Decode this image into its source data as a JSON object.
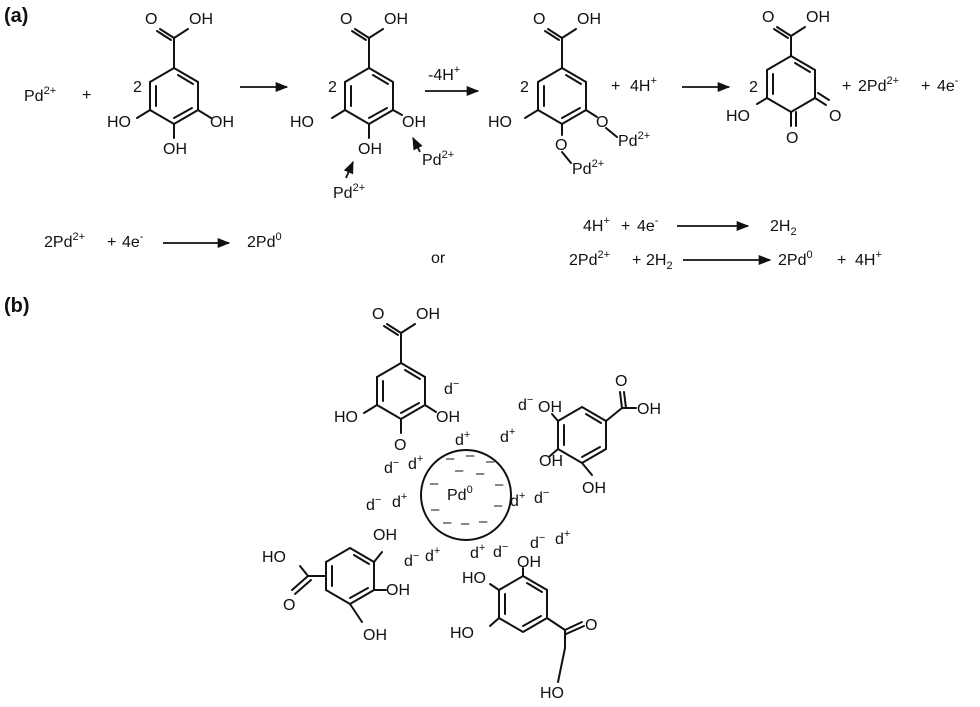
{
  "panels": {
    "a": "(a)",
    "b": "(b)"
  },
  "oh": "OH",
  "ho": "HO",
  "o": "O",
  "num2": "2",
  "plus": "+",
  "or": "or",
  "pd2": {
    "base": "Pd",
    "sup": "2+"
  },
  "pd0": {
    "base": "Pd",
    "sup": "0"
  },
  "minus4H": {
    "base": "-4H",
    "sup": "+"
  },
  "h4": {
    "base": "4H",
    "sup": "+"
  },
  "e4": {
    "base": "4e",
    "sup": "-"
  },
  "pd2_2": {
    "base": "2Pd",
    "sup": "2+"
  },
  "pd0_2": {
    "base": "2Pd",
    "sup": "0"
  },
  "h2_2": {
    "base": "2H",
    "sub": "2"
  },
  "dminus": {
    "base": "d",
    "sup": "−"
  },
  "dplus": {
    "base": "d",
    "sup": "+"
  },
  "minus_sign": "–"
}
